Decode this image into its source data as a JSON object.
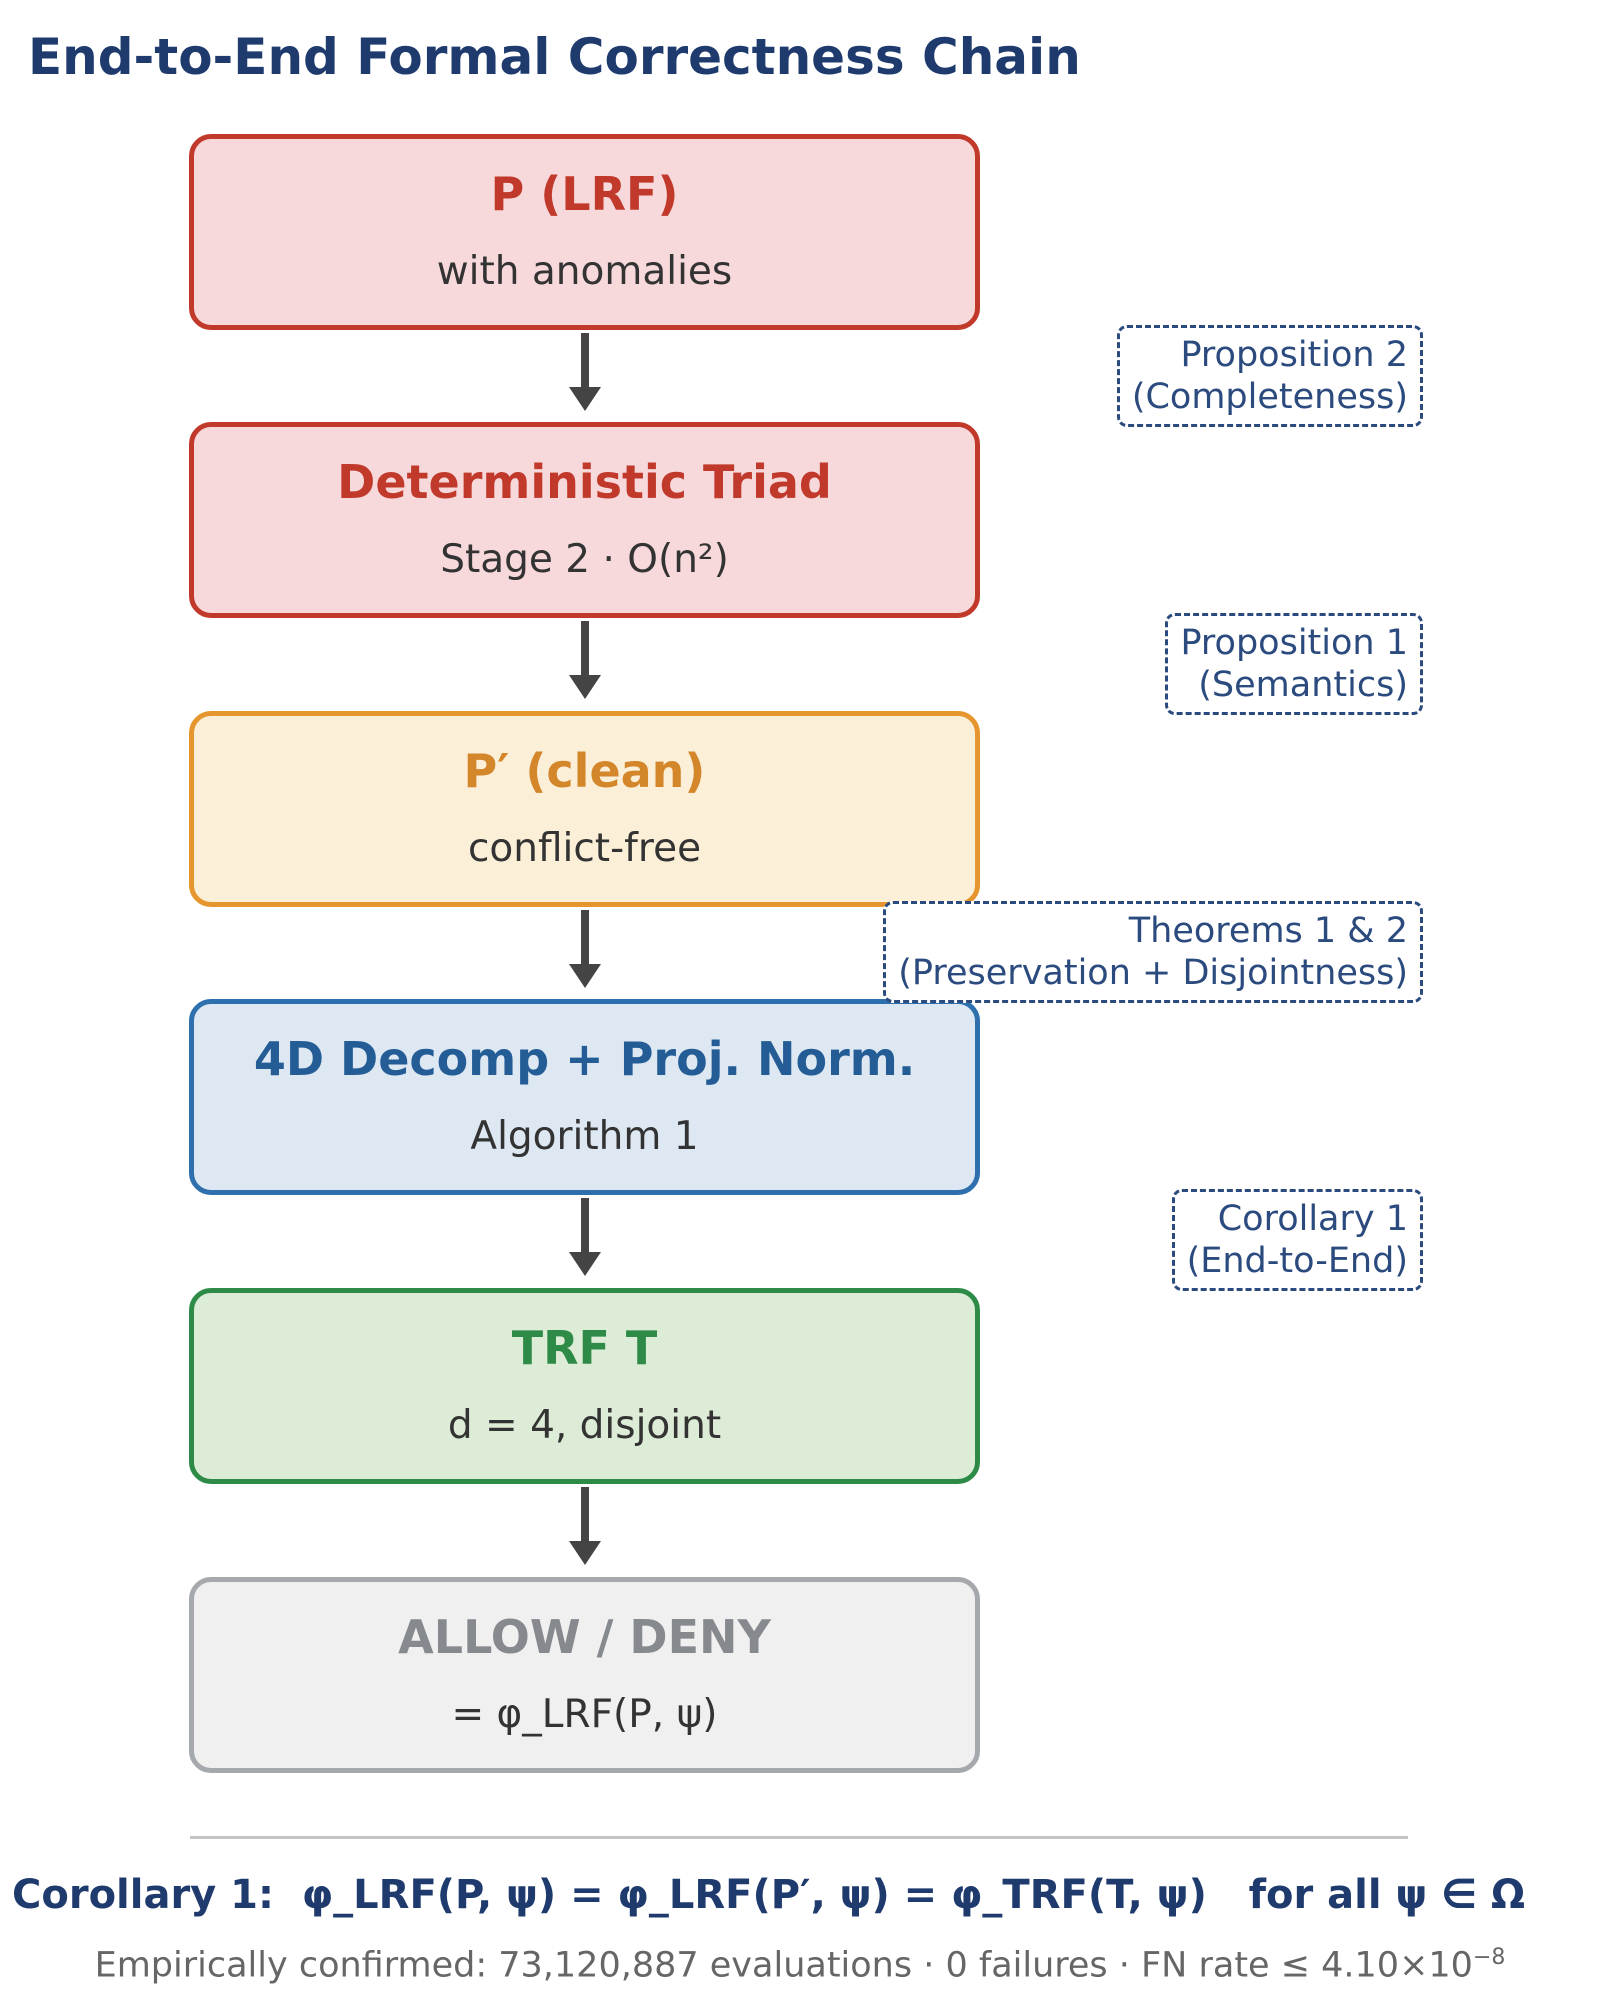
{
  "title": "End-to-End Formal Correctness Chain",
  "boxes": [
    {
      "title": "P  (LRF)",
      "subtitle": "with anomalies",
      "border": "#c0392b",
      "fill": "#f7d9dc",
      "title_color": "#c0392b"
    },
    {
      "title": "Deterministic Triad",
      "subtitle": "Stage 2 · O(n²)",
      "border": "#c0392b",
      "fill": "#f7d9dc",
      "title_color": "#c0392b"
    },
    {
      "title": "P′  (clean)",
      "subtitle": "conflict-free",
      "border": "#e6962e",
      "fill": "#fcefd8",
      "title_color": "#d4862a"
    },
    {
      "title": "4D Decomp + Proj. Norm.",
      "subtitle": "Algorithm 1",
      "border": "#2e6fae",
      "fill": "#dde8f3",
      "title_color": "#245d96"
    },
    {
      "title": "TRF  T",
      "subtitle": "d = 4, disjoint",
      "border": "#2e8b47",
      "fill": "#ddecd6",
      "title_color": "#2e8b47"
    },
    {
      "title": "ALLOW / DENY",
      "subtitle": "= φ_LRF(P, ψ)",
      "border": "#a5a8ad",
      "fill": "#f0f0f0",
      "title_color": "#86898e"
    }
  ],
  "notes": [
    {
      "line1": "Proposition 2",
      "line2": "(Completeness)"
    },
    {
      "line1": "Proposition 1",
      "line2": "(Semantics)"
    },
    {
      "line1": "Theorems 1 & 2",
      "line2": "(Preservation + Disjointness)"
    },
    {
      "line1": "Corollary 1",
      "line2": "(End-to-End)"
    }
  ],
  "corollary": "Corollary 1:  φ_LRF(P, ψ) = φ_LRF(P′, ψ) = φ_TRF(T, ψ)   for all ψ ∈ Ω",
  "footnote": {
    "text": "Empirically confirmed: 73,120,887 evaluations · 0 failures · FN rate ≤ 4.10×10",
    "exponent": "−8"
  }
}
